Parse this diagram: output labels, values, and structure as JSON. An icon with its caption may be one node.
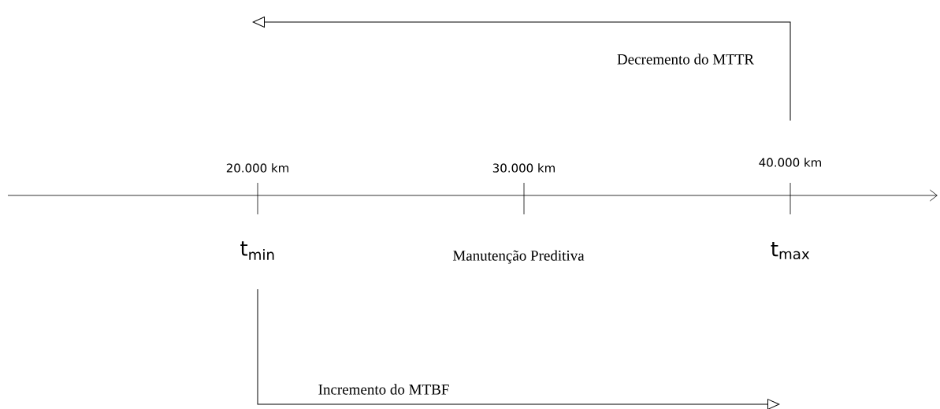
{
  "diagram": {
    "nodes": [
      {
        "text": [
          "20.000 km"
        ]
      },
      {
        "text": [
          "30.000 km"
        ]
      },
      {
        "text": [
          "40.000 km"
        ]
      },
      {
        "text": [
          "t$_{min}$"
        ]
      },
      {
        "text": [
          "t$_{max}$"
        ]
      }
    ],
    "edges": [
      {
        "from": 2,
        "to": null,
        "arrow": "to",
        "label": "Decremento do MTTR"
      },
      {
        "from": 3,
        "to": null,
        "arrow": "to",
        "label": "Incremento do MTBF"
      }
    ],
    "labels": [
      "Manutenção Preditiva"
    ]
  }
}
